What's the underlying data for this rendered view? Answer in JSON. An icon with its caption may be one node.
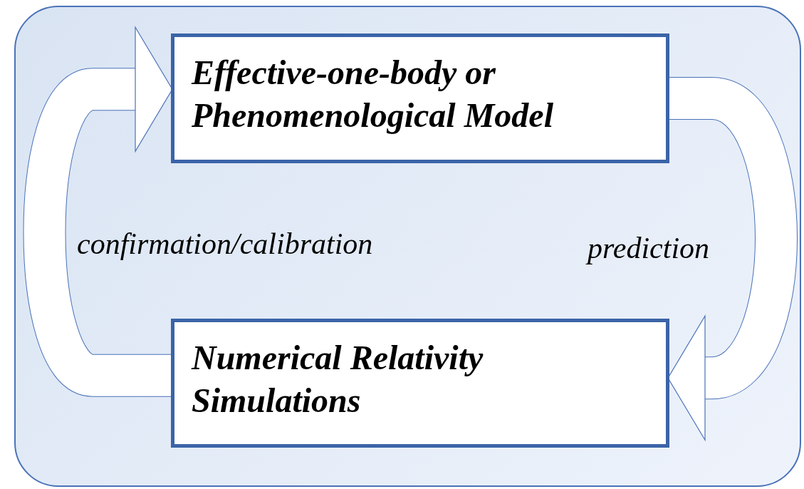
{
  "diagram": {
    "nodes": [
      {
        "text": [],
        "shape": "box"
      },
      {
        "text": [
          "Effective-one-body or Phenomenological Model"
        ],
        "in": 0
      },
      {
        "text": [
          "Numerical Relativity Simulations"
        ],
        "in": 0
      }
    ],
    "edges": [
      {
        "from": 2,
        "to": 1,
        "arrow": "to",
        "label": "confirmation/calibration"
      },
      {
        "from": 1,
        "to": 2,
        "arrow": "to",
        "label": "prediction"
      }
    ]
  }
}
